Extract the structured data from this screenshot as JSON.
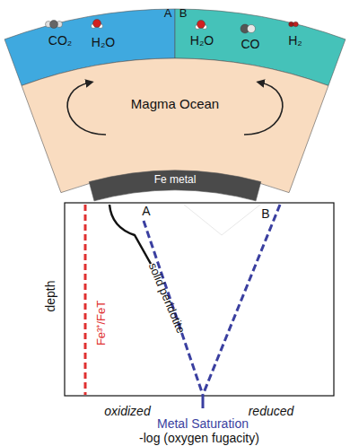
{
  "diagram": {
    "nodes": [
      {
        "text": [
          "CO₂",
          "H₂O"
        ]
      },
      {
        "text": [
          "H₂O",
          "CO",
          "H₂"
        ]
      },
      {
        "text": [
          "Magma Ocean"
        ]
      },
      {
        "text": [
          "Fe metal"
        ]
      }
    ],
    "labels": [
      "A",
      "B",
      "depth",
      "Fe³⁺/FeT",
      "solid peridotite",
      "A",
      "B",
      "oxidized",
      "reduced",
      "Metal Saturation",
      "-log (oxygen fugacity)"
    ]
  }
}
